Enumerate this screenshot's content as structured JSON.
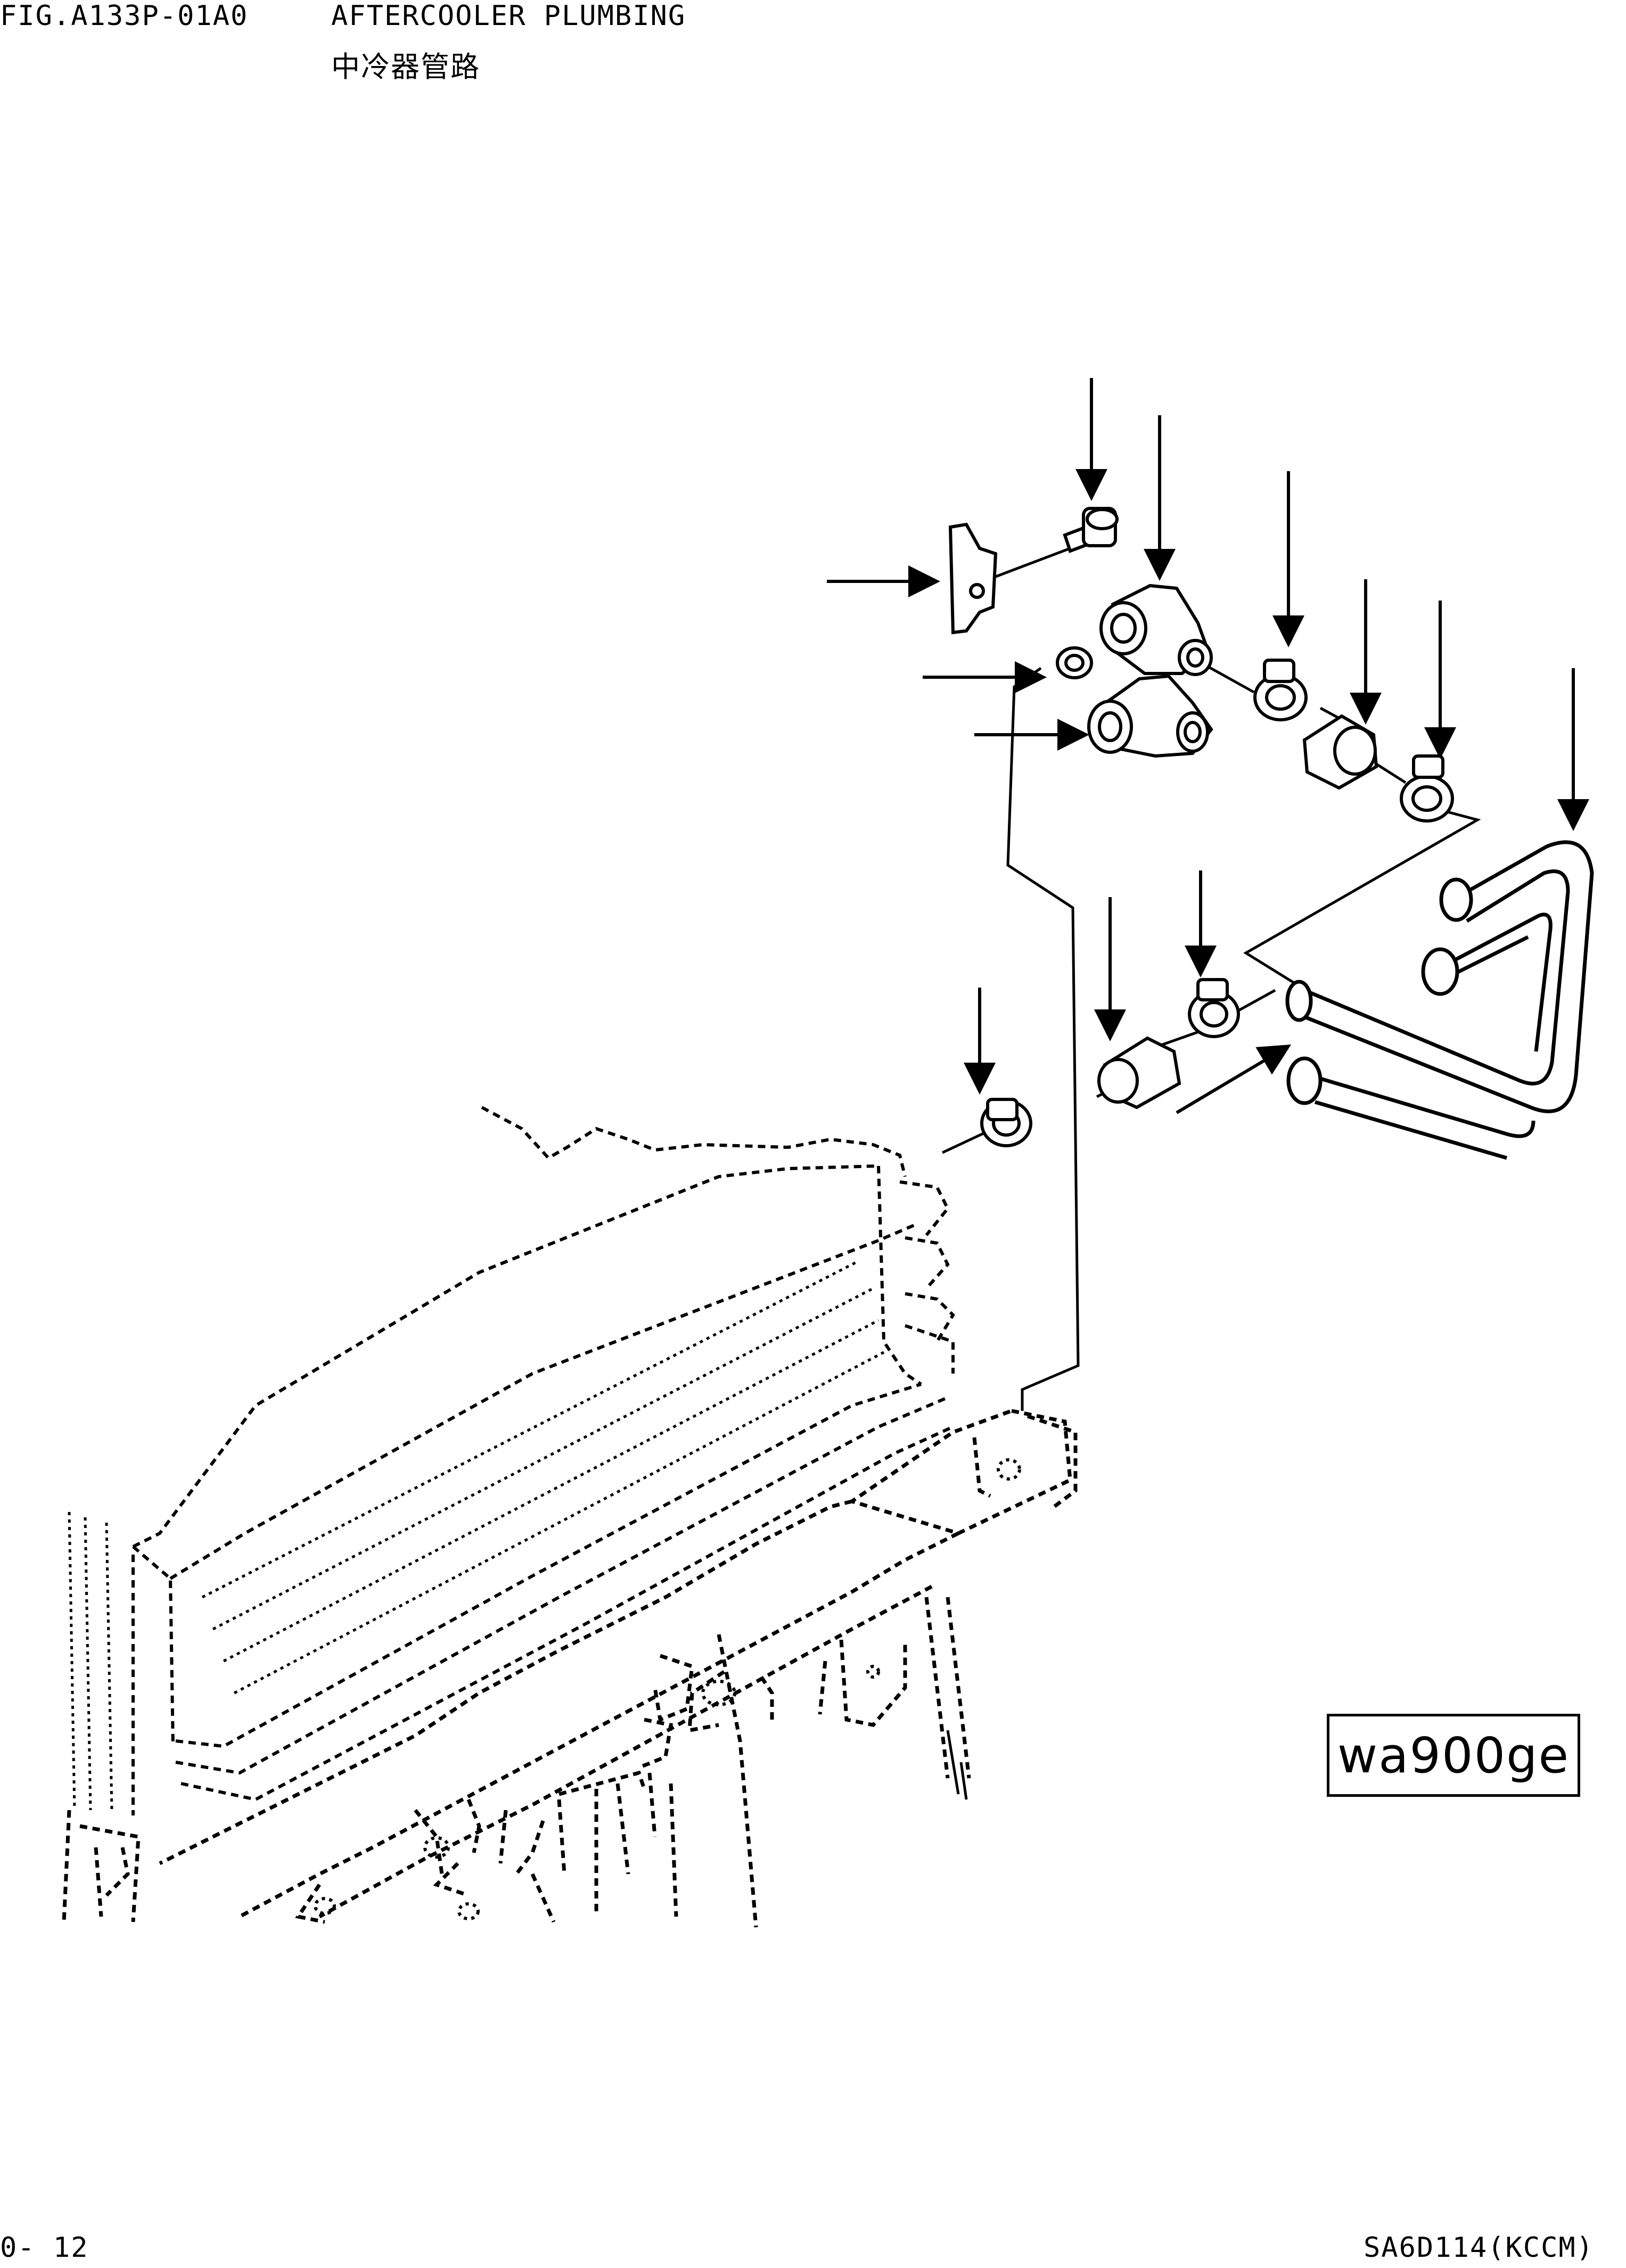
{
  "header": {
    "figure_code": "FIG.A133P-01A0",
    "title_en": "AFTERCOOLER PLUMBING",
    "title_zh": "中冷器管路"
  },
  "footer": {
    "page_number": "0- 12",
    "model_code": "SA6D114(KCCM)"
  },
  "drawing": {
    "stamp_label": "wa900ge",
    "callouts": [
      "bolt",
      "bracket",
      "elbow-upper",
      "gasket",
      "elbow-lower",
      "clamp-upper",
      "hose-upper",
      "clamp-upper-2",
      "tube-assembly",
      "clamp-lower",
      "hose-lower",
      "clamp-lower-2",
      "tube-lower-end"
    ]
  }
}
